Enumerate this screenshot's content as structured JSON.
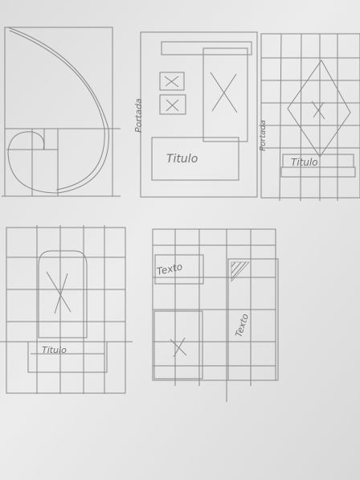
{
  "sketch": {
    "paper_color": "#e7e7e7",
    "pencil_color": "#555555",
    "labels": {
      "portada_1": "Portada",
      "titulo_1": "Titulo",
      "portada_2": "Portada",
      "titulo_2": "Titulo",
      "titulo_3": "Titulo",
      "texto_1": "Texto",
      "texto_2": "Texto"
    }
  }
}
